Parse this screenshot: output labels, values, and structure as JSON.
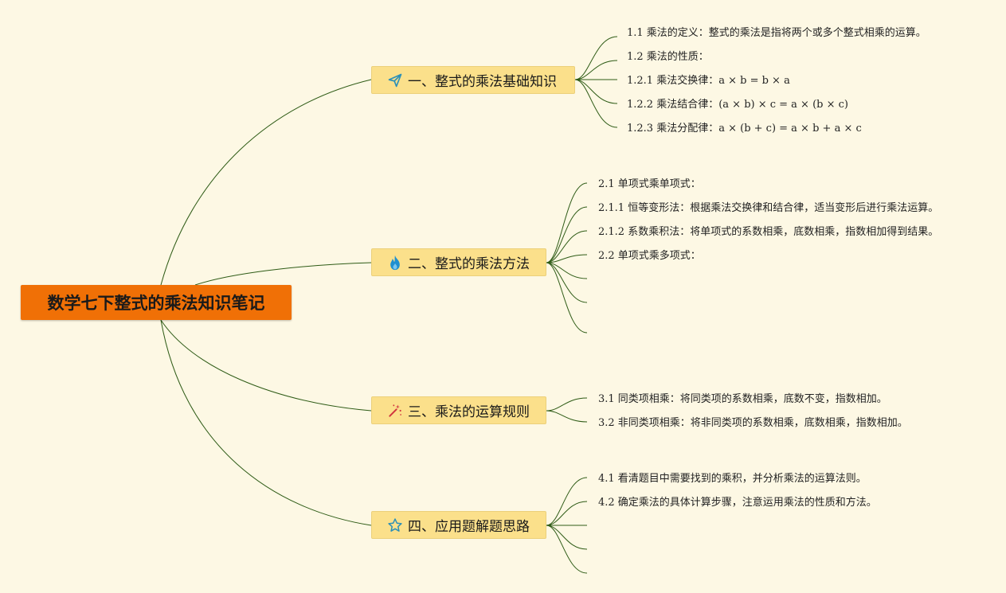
{
  "root": {
    "label": "数学七下整式的乘法知识笔记"
  },
  "branches": [
    {
      "label": "一、整式的乘法基础知识",
      "icon": "paper-plane-icon",
      "leaves": [
        "1.1 乘法的定义：整式的乘法是指将两个或多个整式相乘的运算。",
        "1.2 乘法的性质：",
        "1.2.1 乘法交换律：a × b = b × a",
        "1.2.2 乘法结合律：(a × b) × c = a × (b × c)",
        "1.2.3 乘法分配律：a × (b + c) = a × b + a × c"
      ]
    },
    {
      "label": "二、整式的乘法方法",
      "icon": "fire-icon",
      "leaves": [
        "2.1 单项式乘单项式：",
        "2.1.1 恒等变形法：根据乘法交换律和结合律，适当变形后进行乘法运算。",
        "2.1.2 系数乘积法：将单项式的系数相乘，底数相乘，指数相加得到结果。",
        "2.2 单项式乘多项式：",
        "",
        "",
        ""
      ]
    },
    {
      "label": "三、乘法的运算规则",
      "icon": "magic-wand-icon",
      "leaves": [
        "3.1 同类项相乘：将同类项的系数相乘，底数不变，指数相加。",
        "3.2 非同类项相乘：将非同类项的系数相乘，底数相乘，指数相加。"
      ]
    },
    {
      "label": "四、应用题解题思路",
      "icon": "star-icon",
      "leaves": [
        "4.1 看清题目中需要找到的乘积，并分析乘法的运算法则。",
        "4.2 确定乘法的具体计算步骤，注意运用乘法的性质和方法。",
        "",
        "",
        ""
      ]
    }
  ]
}
